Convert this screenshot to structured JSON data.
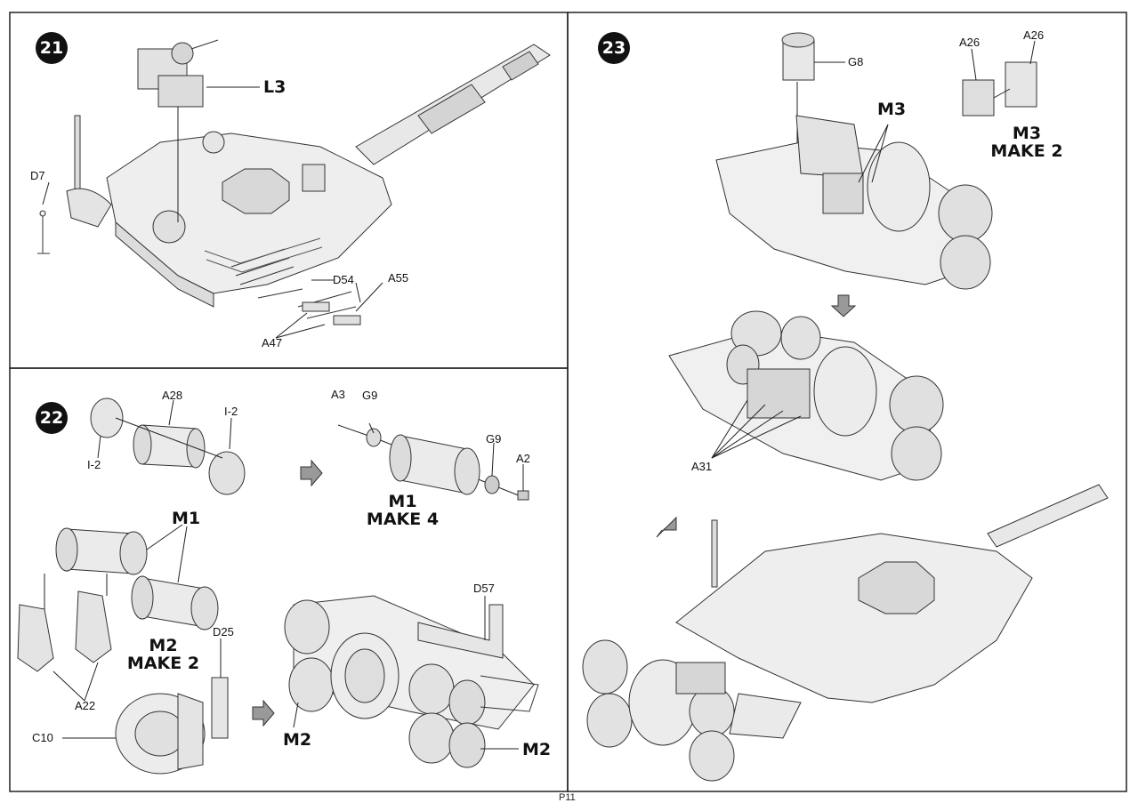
{
  "steps": {
    "s21": "21",
    "s22": "22",
    "s23": "23"
  },
  "parts": {
    "L3": "L3",
    "D7": "D7",
    "D54": "D54",
    "A55": "A55",
    "A47": "A47",
    "A28": "A28",
    "I2a": "I-2",
    "I2b": "I-2",
    "A3": "A3",
    "G9a": "G9",
    "G9b": "G9",
    "A2": "A2",
    "M1a": "M1",
    "M1b": "M1",
    "make4": "MAKE 4",
    "M2a": "M2",
    "make2a": "MAKE 2",
    "D25": "D25",
    "A22": "A22",
    "C10": "C10",
    "D57": "D57",
    "M2b": "M2",
    "M2c": "M2",
    "G8": "G8",
    "M3a": "M3",
    "A26a": "A26",
    "A26b": "A26",
    "M3b": "M3",
    "make2b": "MAKE 2",
    "A31": "A31"
  },
  "footer": {
    "page": "P11"
  }
}
